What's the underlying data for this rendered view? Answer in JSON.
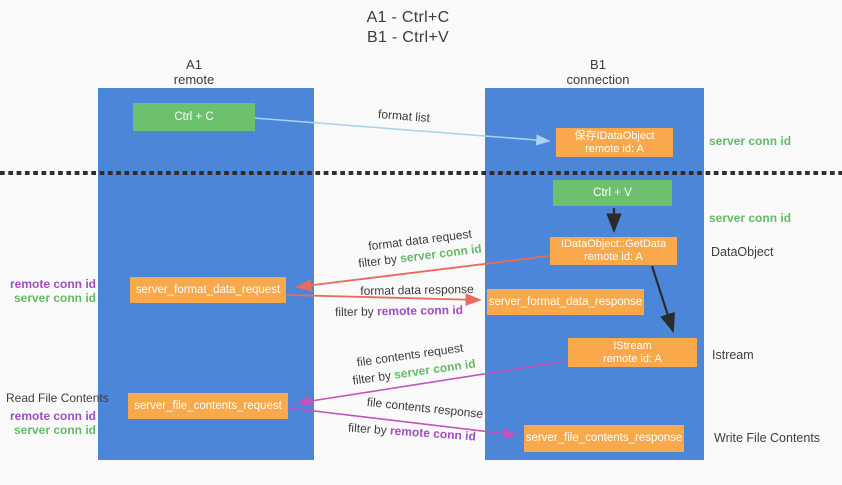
{
  "title": {
    "line1": "A1 - Ctrl+C",
    "line2": "B1 - Ctrl+V"
  },
  "lifelines": {
    "left": {
      "id": "A1",
      "role": "remote"
    },
    "right": {
      "id": "B1",
      "role": "connection"
    }
  },
  "boxes": {
    "ctrl_c": {
      "label": "Ctrl + C"
    },
    "ctrl_v": {
      "label": "Ctrl + V"
    },
    "save_dataobject": {
      "line1": "保存IDataObject",
      "line2": "remote id: A"
    },
    "getdata": {
      "line1": "IDataObject::GetData",
      "line2": "remote id: A"
    },
    "istream": {
      "line1": "IStream",
      "line2": "remote id: A"
    },
    "format_request": {
      "label": "server_format_data_request"
    },
    "format_response": {
      "label": "server_format_data_response"
    },
    "file_request": {
      "label": "server_file_contents_request"
    },
    "file_response": {
      "label": "server_file_contents_response"
    }
  },
  "side_labels": {
    "server_conn_id_top": "server conn id",
    "server_conn_id_mid": "server conn id",
    "dataobject": "DataObject",
    "istream": "Istream",
    "write_file_contents": "Write File Contents",
    "read_file_contents": "Read File Contents",
    "left_block_1": {
      "remote": "remote conn id",
      "server": "server conn id"
    },
    "left_block_2": {
      "remote": "remote conn id",
      "server": "server conn id"
    }
  },
  "arrows": {
    "format_list": {
      "label": "format list"
    },
    "format_data_request": {
      "label": "format data request",
      "filter_prefix": "filter by ",
      "filter_key": "server conn id"
    },
    "format_data_response": {
      "label": "format data response",
      "filter_prefix": "filter by ",
      "filter_key": "remote conn id"
    },
    "file_contents_request": {
      "label": "file contents request",
      "filter_prefix": "filter by ",
      "filter_key": "server conn id"
    },
    "file_contents_response": {
      "label": "file contents response",
      "filter_prefix": "filter by ",
      "filter_key": "remote conn id"
    }
  },
  "colors": {
    "background": "#fafafa",
    "column_blue": "#4c86d9",
    "box_green": "#6dc06e",
    "box_orange": "#f9a84b",
    "arrow_light_blue": "#a9d3ef",
    "arrow_red": "#ea6a5f",
    "arrow_purple": "#c353be",
    "arrow_black": "#2b2b2b",
    "text_green": "#64ba68",
    "text_purple": "#a14cc0",
    "text_dark": "#3e3e3e"
  }
}
